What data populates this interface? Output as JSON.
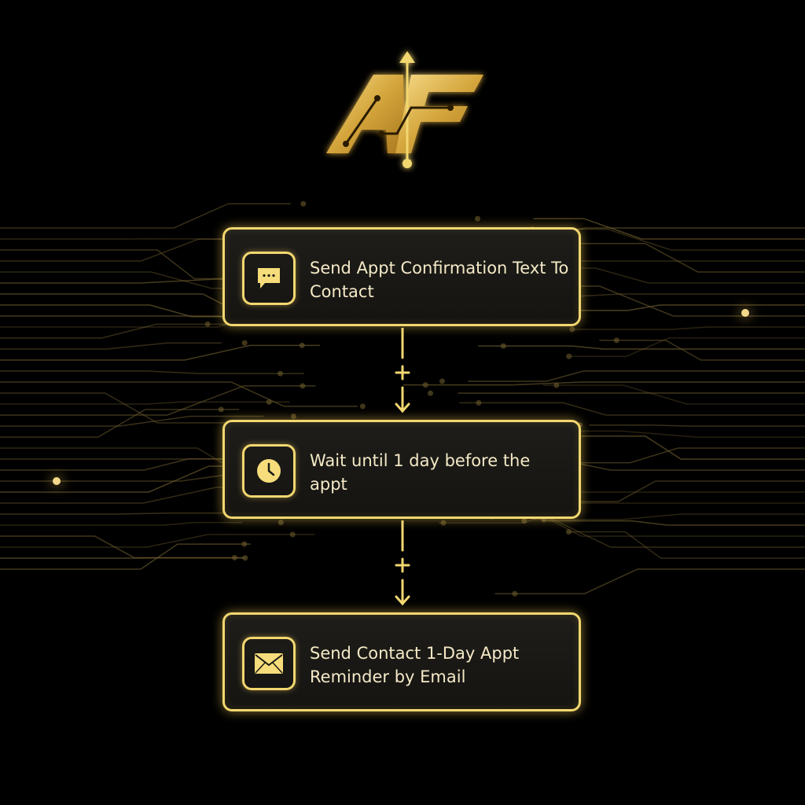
{
  "logo": {
    "text": "AF"
  },
  "workflow": {
    "steps": [
      {
        "icon": "chat-bubble-icon",
        "label": "Send Appt Confirmation Text To Contact"
      },
      {
        "icon": "clock-icon",
        "label": "Wait until 1 day before the appt"
      },
      {
        "icon": "envelope-icon",
        "label": "Send Contact 1-Day Appt Reminder by Email"
      }
    ]
  },
  "colors": {
    "accent": "#f2d770",
    "text": "#f4e9c6",
    "background": "#000000"
  }
}
